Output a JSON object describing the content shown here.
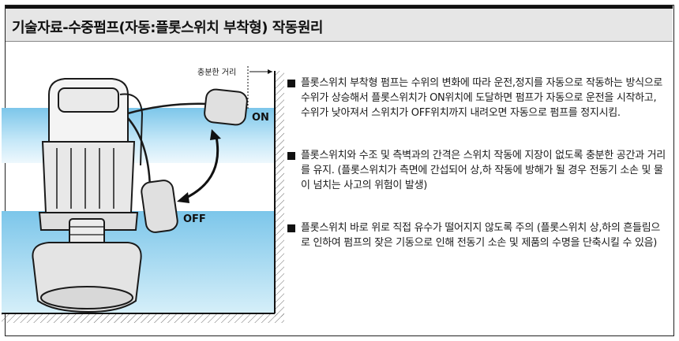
{
  "header": {
    "title": "기술자료-수중펌프(자동:플롯스위치 부착형) 작동원리"
  },
  "diagram": {
    "distance_label": "충분한 거리",
    "on_label": "ON",
    "off_label": "OFF",
    "water_color": "#8fd0ef"
  },
  "notes": [
    {
      "text": "플롯스위치 부착형 펌프는 수위의 변화에 따라 운전,정지를 자동으로 작동하는 방식으로 수위가 상승해서 플롯스위치가 ON위치에 도달하면 펌프가 자동으로 운전을 시작하고, 수위가 낮아져서 스위치가 OFF위치까지 내려오면 자동으로 펌프를 정지시킴."
    },
    {
      "text": "플롯스위치와 수조 및 측벽과의 간격은 스위치 작동에 지장이 없도록 충분한 공간과 거리를 유지. (플롯스위치가 측면에 간섭되어 상,하 작동에 방해가 될 경우 전동기 소손 및 물이 넘치는 사고의 위험이 발생)"
    },
    {
      "text": "플롯스위치 바로 위로 직접 유수가 떨어지지 않도록 주의 (플롯스위치 상,하의 흔들림으로 인하여 펌프의 잦은 기동으로 인해 전동기 소손 및 제품의 수명을 단축시킬 수 있음)"
    }
  ]
}
